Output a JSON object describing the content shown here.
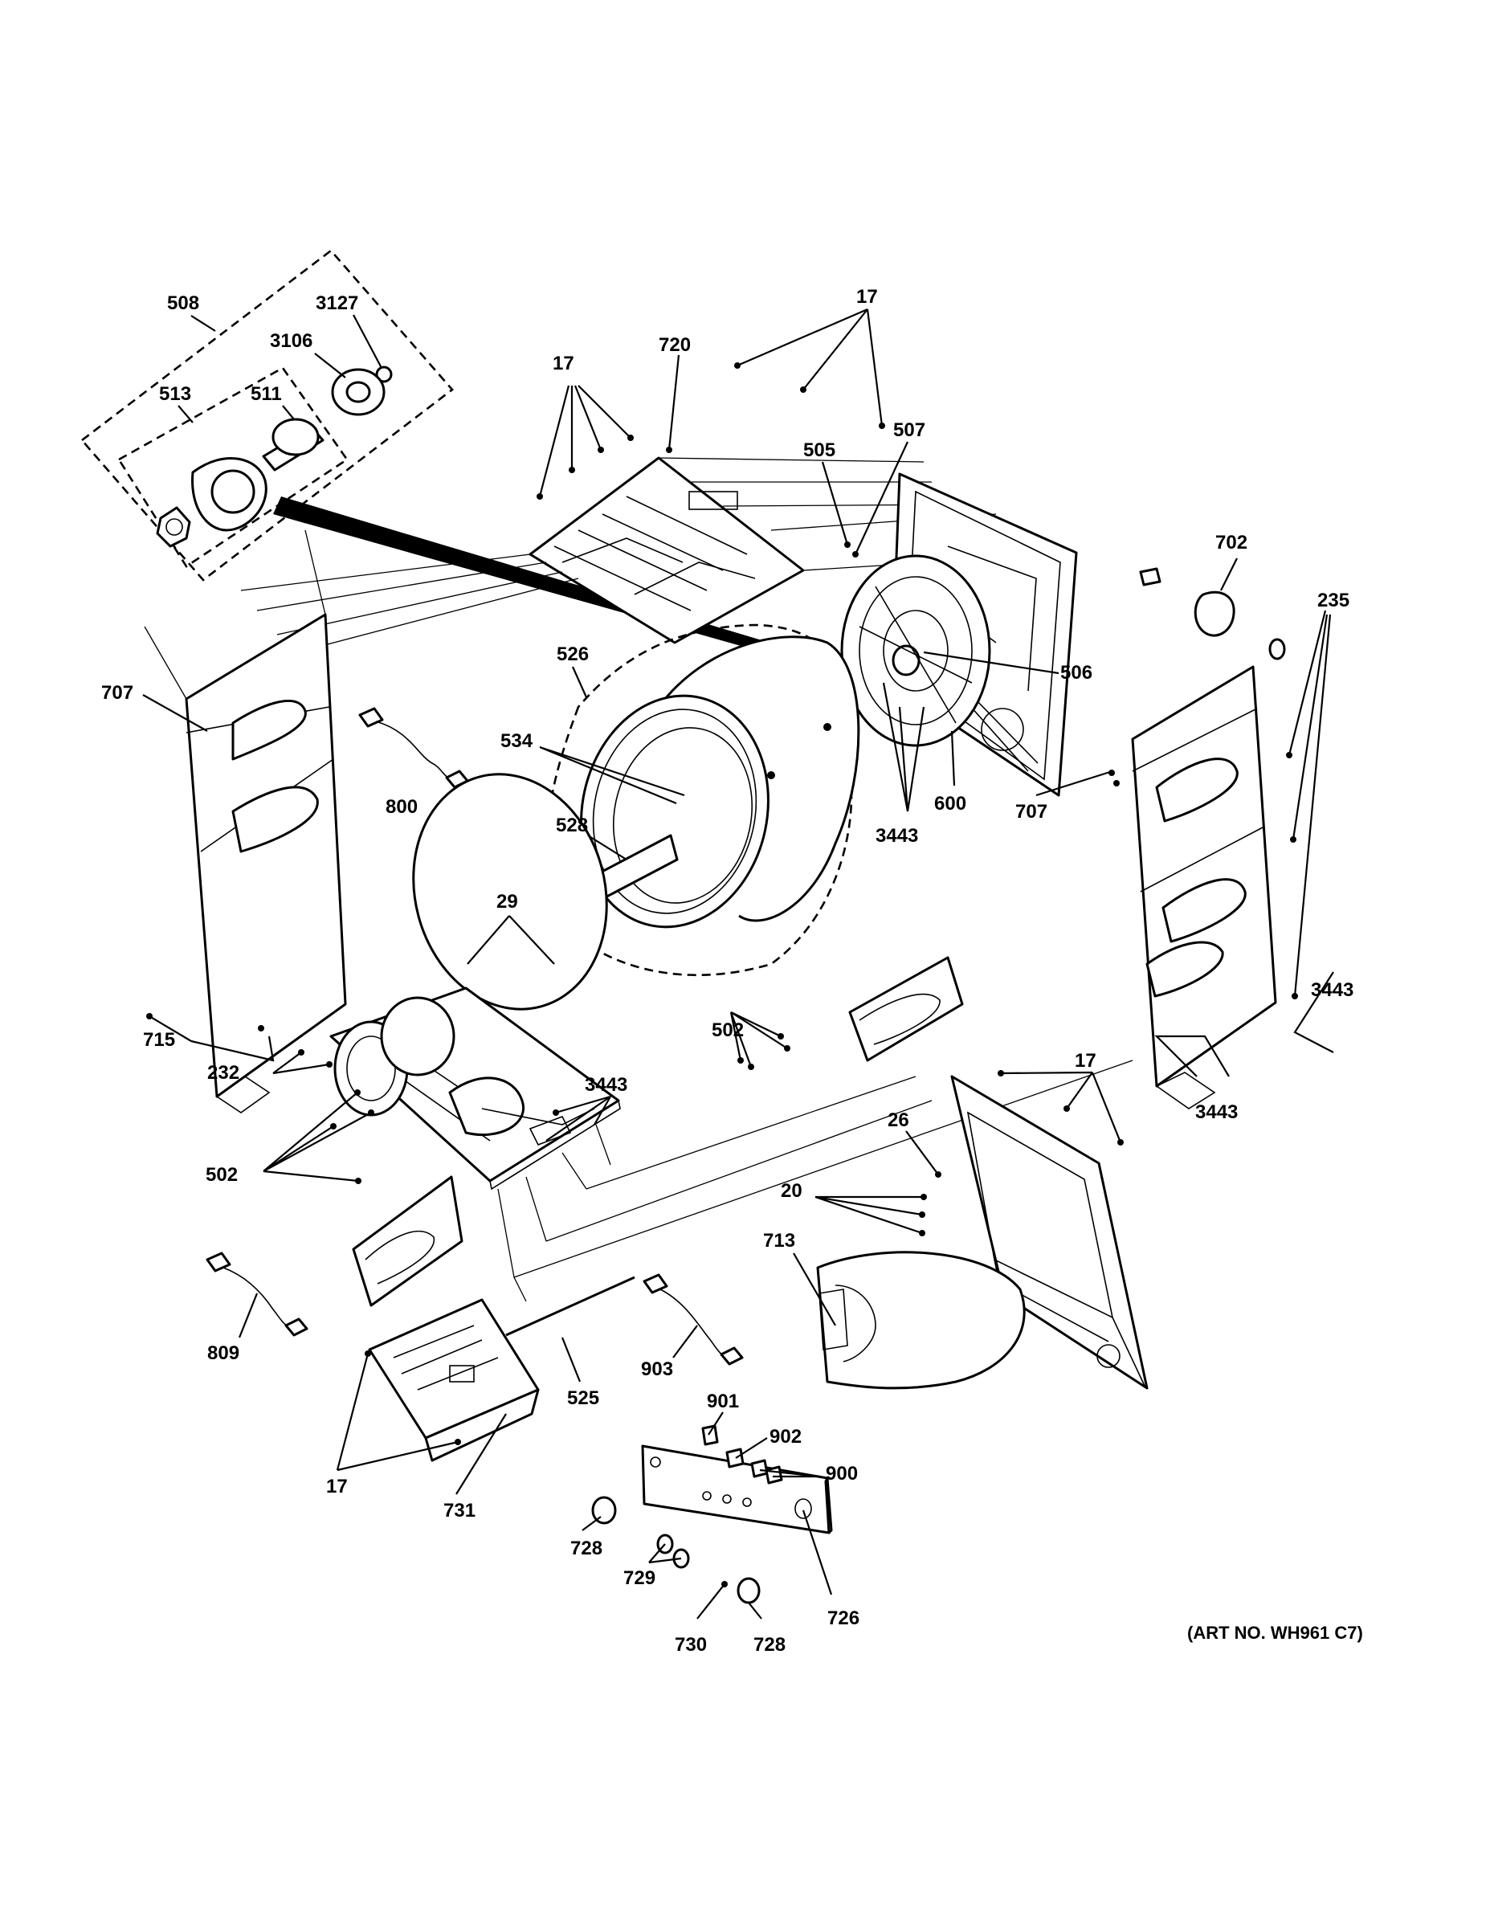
{
  "diagram": {
    "labels": {
      "l508": "508",
      "l3127": "3127",
      "l3106": "3106",
      "l513": "513",
      "l511": "511",
      "l17_top": "17",
      "l17_top2": "17",
      "l720": "720",
      "l505": "505",
      "l507": "507",
      "l702": "702",
      "l235": "235",
      "l707_left": "707",
      "l526": "526",
      "l506": "506",
      "l534": "534",
      "l800": "800",
      "l600": "600",
      "l707_right": "707",
      "l528": "528",
      "l3443_mid": "3443",
      "l29": "29",
      "l3443_right": "3443",
      "l715": "715",
      "l502_mid": "502",
      "l232": "232",
      "l3443_base": "3443",
      "l17_door": "17",
      "l3443_panel": "3443",
      "l26": "26",
      "l502_left": "502",
      "l20": "20",
      "l713": "713",
      "l809": "809",
      "l903": "903",
      "l525": "525",
      "l901": "901",
      "l902": "902",
      "l900": "900",
      "l17_bottom": "17",
      "l731": "731",
      "l728_left": "728",
      "l729": "729",
      "l726": "726",
      "l730": "730",
      "l728_right": "728"
    },
    "art_number": "(ART NO. WH961 C7)"
  }
}
